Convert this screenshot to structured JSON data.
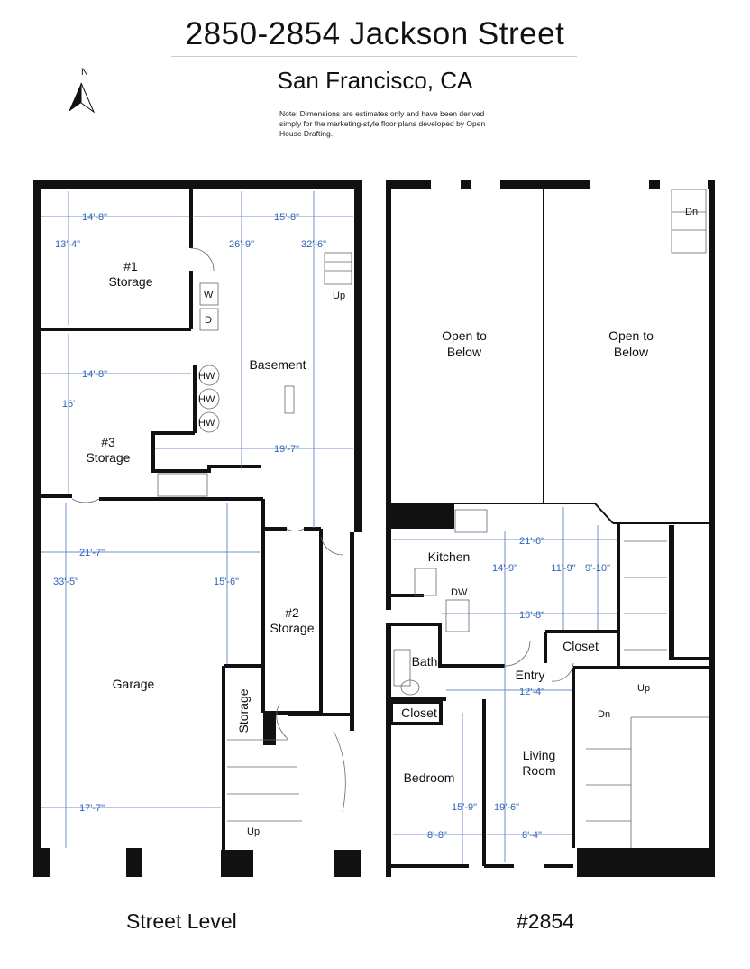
{
  "header": {
    "title": "2850-2854 Jackson Street",
    "subtitle": "San Francisco, CA",
    "note": "Note: Dimensions are estimates only and have been derived simply for the marketing-style floor plans developed by Open House Drafting."
  },
  "compass": {
    "label": "N"
  },
  "street_level": {
    "caption": "Street Level",
    "rooms": {
      "storage1": "#1 Storage",
      "storage3": "#3 Storage",
      "basement": "Basement",
      "garage": "Garage",
      "storage2": "#2 Storage",
      "storage_small": "Storage"
    },
    "fixtures": {
      "washer": "W",
      "dryer": "D",
      "hw1": "HW",
      "hw2": "HW",
      "hw3": "HW",
      "up1": "Up",
      "up2": "Up"
    },
    "dimensions": {
      "s1_width": "14'-8\"",
      "s1_depth": "13'-4\"",
      "bsmt_width": "15'-8\"",
      "bsmt_h1": "26'-9\"",
      "bsmt_h2": "32'-6\"",
      "s3_width": "14'-8\"",
      "s3_depth": "16'",
      "bsmt_lower": "19'-7\"",
      "garage_width": "21'-7\"",
      "garage_depth": "33'-5\"",
      "garage_inner": "15'-6\"",
      "garage_bottom": "17'-7\""
    }
  },
  "unit_2854": {
    "caption": "#2854",
    "rooms": {
      "open1": "Open to Below",
      "open2": "Open to Below",
      "kitchen": "Kitchen",
      "bath": "Bath",
      "closet1": "Closet",
      "closet2": "Closet",
      "entry": "Entry",
      "bedroom": "Bedroom",
      "living": "Living Room"
    },
    "fixtures": {
      "dn1": "Dn",
      "dn2": "Dn",
      "up": "Up",
      "dw": "DW"
    },
    "dimensions": {
      "kitchen_width": "21'-6\"",
      "kitchen_depth": "14'-9\"",
      "d_11_9": "11'-9\"",
      "d_9_10": "9'-10\"",
      "d_16_8": "16'-8\"",
      "entry_width": "12'-4\"",
      "bedroom_depth": "15'-9\"",
      "living_depth": "19'-6\"",
      "bedroom_width": "8'-8\"",
      "living_width": "8'-4\""
    }
  }
}
